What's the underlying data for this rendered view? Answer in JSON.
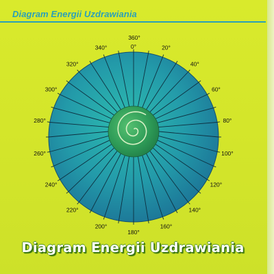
{
  "header": {
    "title": "Diagram Energii Uzdrawiania"
  },
  "footer": {
    "title": "Diagram Energii Uzdrawiania"
  },
  "dial": {
    "label_step_degrees": 20,
    "tick_step_degrees": 10,
    "labels": [
      "0°",
      "20°",
      "40°",
      "60°",
      "80°",
      "100°",
      "120°",
      "140°",
      "160°",
      "180°",
      "200°",
      "220°",
      "240°",
      "260°",
      "280°",
      "300°",
      "320°",
      "340°"
    ],
    "top_extra_label": "360°"
  },
  "colors": {
    "background": "#d6e82b",
    "accent": "#2aa0b8",
    "disc_outer": "#1f7f9c",
    "disc_inner": "#2bb0ad",
    "center_green": "#2e9b57",
    "spiral": "#d7f0c4"
  }
}
